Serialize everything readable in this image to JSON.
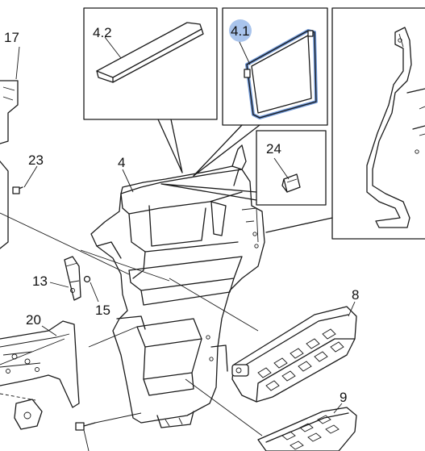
{
  "callouts": {
    "c17": "17",
    "c23": "23",
    "c4": "4",
    "c4_2": "4.2",
    "c4_1": "4.1",
    "c24": "24",
    "c13": "13",
    "c15": "15",
    "c20": "20",
    "c8": "8",
    "c9": "9"
  },
  "colors": {
    "line": "#1a1a1a",
    "highlight_fill": "#a9c4ec",
    "highlight_stroke": "#6d96d6",
    "background": "#ffffff"
  }
}
